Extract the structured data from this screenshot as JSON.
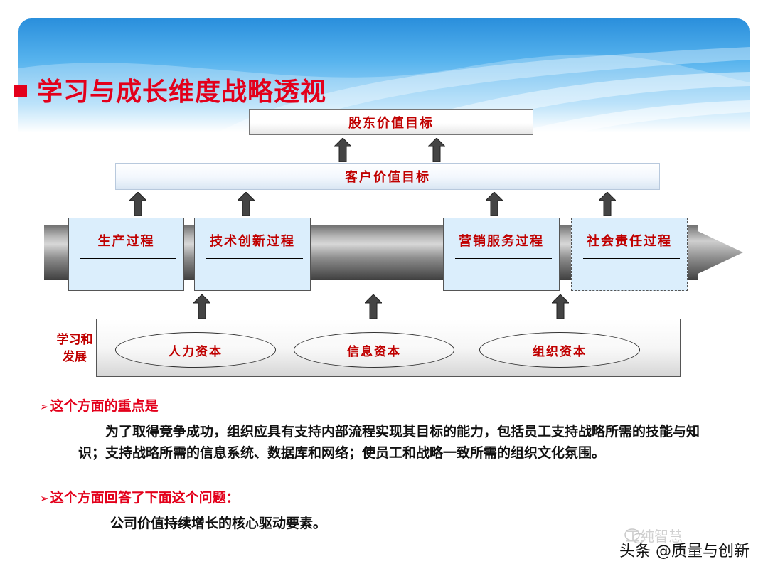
{
  "slide": {
    "title": "学习与成长维度战略透视"
  },
  "map": {
    "shareholder_goal": "股东价值目标",
    "customer_goal": "客户价值目标",
    "processes": [
      "生产过程",
      "技术创新过程",
      "营销服务过程",
      "社会责任过程"
    ],
    "learning_label": "学习和发展",
    "capitals": [
      "人力资本",
      "信息资本",
      "组织资本"
    ]
  },
  "points": [
    {
      "heading": "这个方面的重点是",
      "body": "　　为了取得竞争成功，组织应具有支持内部流程实现其目标的能力，包括员工支持战略所需的技能与知识；支持战略所需的信息系统、数据库和网络；使员工和战略一致所需的组织文化氛围。"
    },
    {
      "heading": "这个方面回答了下面这个问题：",
      "body": "公司价值持续增长的核心驱动要素。"
    }
  ],
  "watermark": {
    "faint": "工纯智慧",
    "text": "头条 @质量与创新"
  },
  "colors": {
    "title_red": "#e3001b",
    "label_red": "#c00000",
    "process_fill": "#dbeefc",
    "banner_blue": "#2a8fdc"
  },
  "icons": [
    "bullet-square-icon",
    "arrow-up-icon",
    "arrowhead-icon",
    "wechat-icon"
  ]
}
